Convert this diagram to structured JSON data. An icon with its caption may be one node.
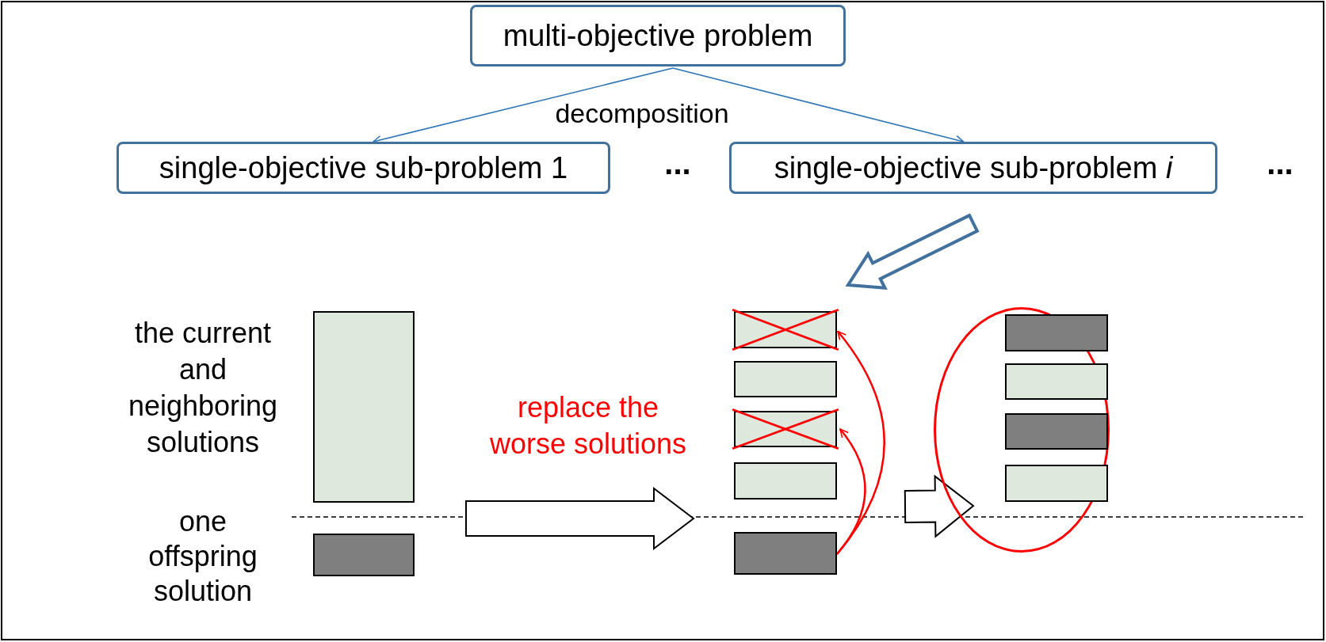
{
  "diagram": {
    "nodes": [
      {
        "text": [
          "multi-objective problem"
        ]
      },
      {
        "text": [
          "single-objective sub-problem 1"
        ]
      },
      {
        "text": [
          "single-objective sub-problem *i*"
        ]
      },
      {
        "text": [],
        "shape": "box"
      },
      {
        "text": [],
        "shape": "box"
      },
      {
        "text": [],
        "shape": "box"
      },
      {
        "text": [],
        "shape": "box"
      },
      {
        "text": [],
        "shape": "box"
      },
      {
        "text": [],
        "shape": "box"
      },
      {
        "text": [],
        "shape": "box"
      },
      {
        "text": [],
        "shape": "ellipse"
      },
      {
        "text": [],
        "shape": "box",
        "in": 10
      },
      {
        "text": [],
        "shape": "box",
        "in": 10
      },
      {
        "text": [],
        "shape": "box",
        "in": 10
      },
      {
        "text": [],
        "shape": "box",
        "in": 10
      }
    ],
    "edges": [
      {
        "from": 0,
        "to": 1,
        "arrow": "to"
      },
      {
        "from": 0,
        "to": 2,
        "arrow": "to"
      },
      {
        "from": 2,
        "to": null,
        "arrow": "to",
        "style": "thick",
        "color": "#41719c"
      },
      {
        "from": 4,
        "to": 9,
        "arrow": "to",
        "style": "thick",
        "color": "#000000",
        "label": "replace the worse solutions"
      },
      {
        "from": 9,
        "to": 10,
        "arrow": "to",
        "style": "thick",
        "color": "#000000"
      },
      {
        "from": 9,
        "to": 5,
        "arrow": "to",
        "color": "#ff0000"
      },
      {
        "from": 9,
        "to": 7,
        "arrow": "to",
        "color": "#ff0000"
      }
    ],
    "labels": [
      "decomposition",
      "...",
      "...",
      "the current and neighboring solutions",
      "one offspring solution"
    ]
  }
}
